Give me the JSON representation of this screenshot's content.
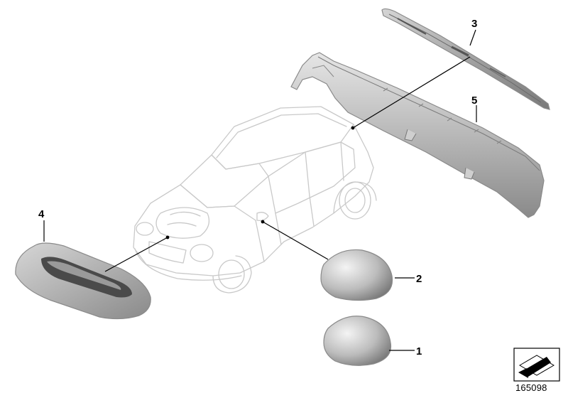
{
  "diagram": {
    "callouts": [
      {
        "id": "part-1",
        "label": "1"
      },
      {
        "id": "part-2",
        "label": "2"
      },
      {
        "id": "part-3",
        "label": "3"
      },
      {
        "id": "part-4",
        "label": "4"
      },
      {
        "id": "part-5",
        "label": "5"
      }
    ],
    "reference_number": "165098",
    "colors": {
      "car_outline": "#c9c9c9",
      "part_fill_light": "#e3e3e3",
      "part_fill_dark": "#8c8c8c",
      "leader_line": "#000000"
    },
    "icons": {
      "orientation_symbol": "direction-arrow-icon"
    }
  }
}
